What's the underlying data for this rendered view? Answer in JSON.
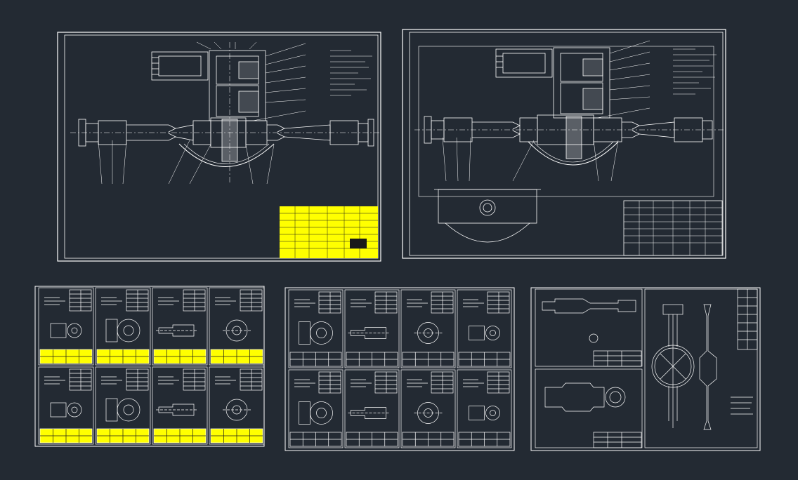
{
  "canvas": {
    "background": "#232a33"
  },
  "colors": {
    "line": "#ffffff",
    "title_block_fill": "#ffff00",
    "title_block_ink": "#1a1a1a"
  },
  "sheets": [
    {
      "id": "assembly-sheet-a",
      "kind": "assembly",
      "title_block": "yellow"
    },
    {
      "id": "assembly-sheet-b",
      "kind": "assembly",
      "title_block": "white",
      "extra": "housing-view"
    },
    {
      "id": "part-sheet-group-1",
      "kind": "part-grid",
      "columns": 4,
      "rows": 2,
      "title_block": "yellow"
    },
    {
      "id": "part-sheet-group-2",
      "kind": "part-grid",
      "columns": 4,
      "rows": 2,
      "title_block": "white"
    },
    {
      "id": "part-sheet-group-3",
      "kind": "axle-details",
      "title_block": "white"
    }
  ]
}
